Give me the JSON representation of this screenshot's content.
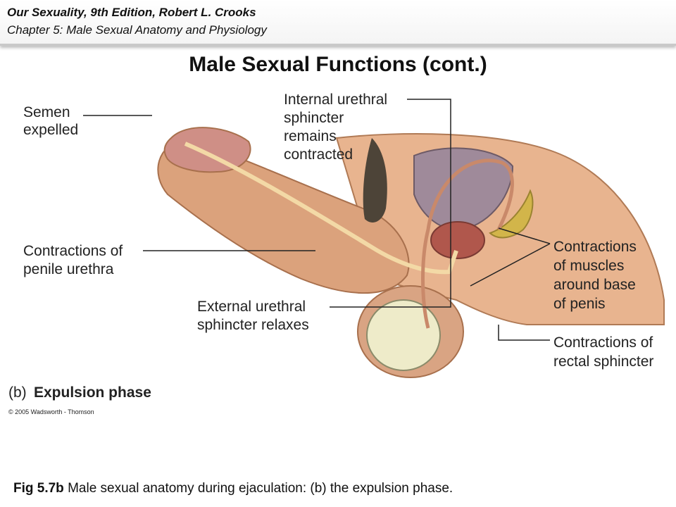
{
  "header": {
    "book": "Our Sexuality, 9th Edition, Robert L. Crooks",
    "chapter": "Chapter 5: Male Sexual Anatomy and Physiology"
  },
  "slide": {
    "title": "Male Sexual Functions (cont.)"
  },
  "figure": {
    "labels": {
      "semen_l1": "Semen",
      "semen_l2": "expelled",
      "internal_l1": "Internal urethral",
      "internal_l2": "sphincter",
      "internal_l3": "remains",
      "internal_l4": "contracted",
      "penile_l1": "Contractions of",
      "penile_l2": "penile urethra",
      "external_l1": "External urethral",
      "external_l2": "sphincter relaxes",
      "muscles_l1": "Contractions",
      "muscles_l2": "of muscles",
      "muscles_l3": "around base",
      "muscles_l4": "of penis",
      "rectal_l1": "Contractions of",
      "rectal_l2": "rectal sphincter"
    },
    "phase_prefix": "(b)",
    "phase_name": "Expulsion phase",
    "copyright": "© 2005 Wadsworth - Thomson"
  },
  "caption": {
    "ref": "Fig 5.7b",
    "text": "Male sexual anatomy during ejaculation: (b) the expulsion phase."
  }
}
